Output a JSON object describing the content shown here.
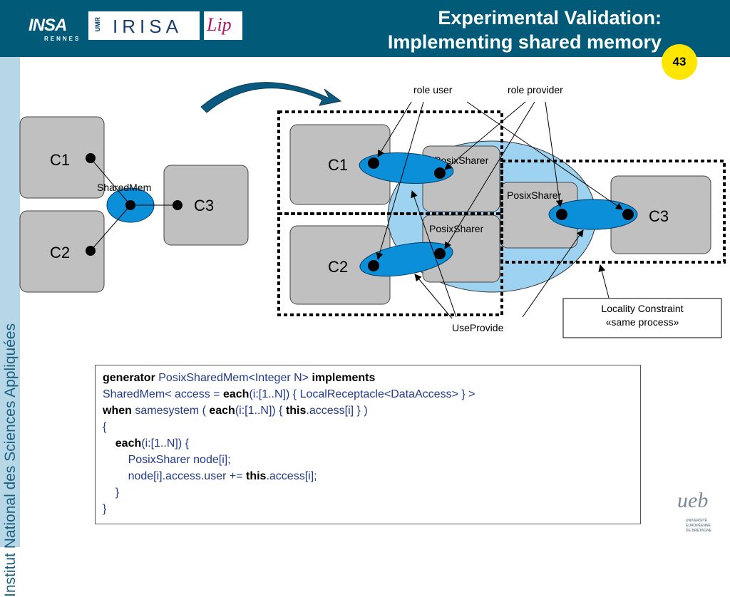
{
  "header": {
    "title_line1": "Experimental Validation:",
    "title_line2": "Implementing shared memory",
    "page_number": "43",
    "logos": {
      "insa": "INSA",
      "insa_sub": "RENNES",
      "irisa_umr": "UMR",
      "irisa": "IRISA",
      "lip": "Lip"
    }
  },
  "sidebar": {
    "text": "Institut National des Sciences Appliquées"
  },
  "left_diagram": {
    "components": [
      "C1",
      "C2",
      "C3"
    ],
    "connector": "SharedMem"
  },
  "right_diagram": {
    "components": [
      "C1",
      "C2",
      "C3"
    ],
    "sharers": [
      "PosixSharer",
      "PosixSharer",
      "PosixSharer"
    ],
    "labels": {
      "role_user": "role user",
      "role_provider": "role provider",
      "useprovide": "UseProvide"
    },
    "constraint": {
      "line1": "Locality Constraint",
      "line2": "«same process»"
    }
  },
  "code": {
    "lines": [
      [
        {
          "t": "generator",
          "kw": true
        },
        {
          "t": " PosixSharedMem<Integer N> "
        },
        {
          "t": "implements",
          "kw": true
        }
      ],
      [
        {
          "t": "SharedMem< access = "
        },
        {
          "t": "each",
          "kw": true
        },
        {
          "t": "(i:[1..N]) { LocalReceptacle<DataAccess> } >"
        }
      ],
      [
        {
          "t": "when",
          "kw": true
        },
        {
          "t": " samesystem ( "
        },
        {
          "t": "each",
          "kw": true
        },
        {
          "t": "(i:[1..N]) { "
        },
        {
          "t": "this",
          "kw": true
        },
        {
          "t": ".access[i] } )"
        }
      ],
      [
        {
          "t": "{"
        }
      ],
      [
        {
          "t": "    "
        },
        {
          "t": "each",
          "kw": true
        },
        {
          "t": "(i:[1..N]) {"
        }
      ],
      [
        {
          "t": "        PosixSharer node[i];"
        }
      ],
      [
        {
          "t": "        node[i].access.user += "
        },
        {
          "t": "this",
          "kw": true
        },
        {
          "t": ".access[i];"
        }
      ],
      [
        {
          "t": "    }"
        }
      ],
      [
        {
          "t": "}"
        }
      ]
    ]
  },
  "footer": {
    "ueb": "ueb",
    "ueb_sub": [
      "UNIVERSITÉ",
      "EUROPÉENNE",
      "DE BRETAGNE"
    ]
  },
  "colors": {
    "header": "#005a78",
    "component": "#c0c0c0",
    "ellipse": "#0a8fd8",
    "region": "#9dd3f0",
    "badge": "#ffe600",
    "code_text": "#1f3a8a"
  }
}
